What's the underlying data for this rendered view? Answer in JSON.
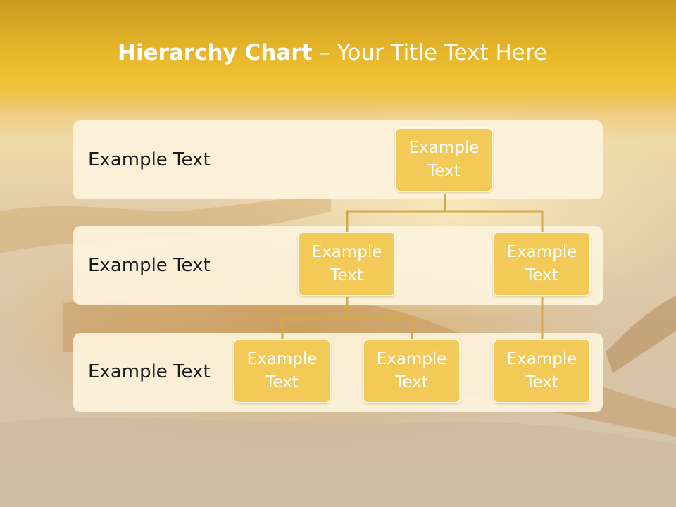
{
  "slide": {
    "title_bold": "Hierarchy Chart",
    "title_dash": " – ",
    "title_rest": "Your Title Text Here"
  },
  "levels": [
    {
      "label": "Example Text"
    },
    {
      "label": "Example Text"
    },
    {
      "label": "Example Text"
    }
  ],
  "nodes": {
    "root": {
      "line1": "Example",
      "line2": "Text"
    },
    "level2_left": {
      "line1": "Example",
      "line2": "Text"
    },
    "level2_right": {
      "line1": "Example",
      "line2": "Text"
    },
    "level3_left": {
      "line1": "Example",
      "line2": "Text"
    },
    "level3_middle": {
      "line1": "Example",
      "line2": "Text"
    },
    "level3_right": {
      "line1": "Example",
      "line2": "Text"
    }
  },
  "colors": {
    "header": "#e6b52a",
    "node_fill": "#f3c957",
    "connector": "#d4a94a",
    "band_fill": "#fdf3dc"
  }
}
